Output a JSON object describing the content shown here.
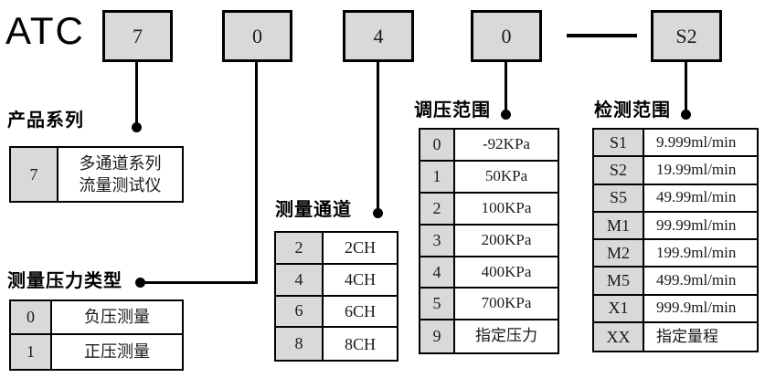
{
  "model_code": {
    "prefix": "ATC",
    "digit1": "7",
    "digit2": "0",
    "digit3": "4",
    "digit4": "0",
    "separator": "—",
    "suffix": "S2"
  },
  "sections": {
    "product_series": {
      "title": "产品系列",
      "rows": [
        {
          "key": "7",
          "value": "多通道系列\n流量测试仪"
        }
      ]
    },
    "pressure_type": {
      "title": "测量压力类型",
      "rows": [
        {
          "key": "0",
          "value": "负压测量"
        },
        {
          "key": "1",
          "value": "正压测量"
        }
      ]
    },
    "channels": {
      "title": "测量通道",
      "rows": [
        {
          "key": "2",
          "value": "2CH"
        },
        {
          "key": "4",
          "value": "4CH"
        },
        {
          "key": "6",
          "value": "6CH"
        },
        {
          "key": "8",
          "value": "8CH"
        }
      ]
    },
    "regulation_range": {
      "title": "调压范围",
      "rows": [
        {
          "key": "0",
          "value": "-92KPa"
        },
        {
          "key": "1",
          "value": "50KPa"
        },
        {
          "key": "2",
          "value": "100KPa"
        },
        {
          "key": "3",
          "value": "200KPa"
        },
        {
          "key": "4",
          "value": "400KPa"
        },
        {
          "key": "5",
          "value": "700KPa"
        },
        {
          "key": "9",
          "value": "指定压力"
        }
      ]
    },
    "detection_range": {
      "title": "检测范围",
      "rows": [
        {
          "key": "S1",
          "value": "9.999ml/min"
        },
        {
          "key": "S2",
          "value": "19.99ml/min"
        },
        {
          "key": "S5",
          "value": "49.99ml/min"
        },
        {
          "key": "M1",
          "value": "99.99ml/min"
        },
        {
          "key": "M2",
          "value": "199.9ml/min"
        },
        {
          "key": "M5",
          "value": "499.9ml/min"
        },
        {
          "key": "X1",
          "value": "999.9ml/min"
        },
        {
          "key": "XX",
          "value": "指定量程"
        }
      ]
    }
  },
  "colors": {
    "box_fill": "#d9d9d9",
    "border": "#000000",
    "background": "#ffffff"
  }
}
